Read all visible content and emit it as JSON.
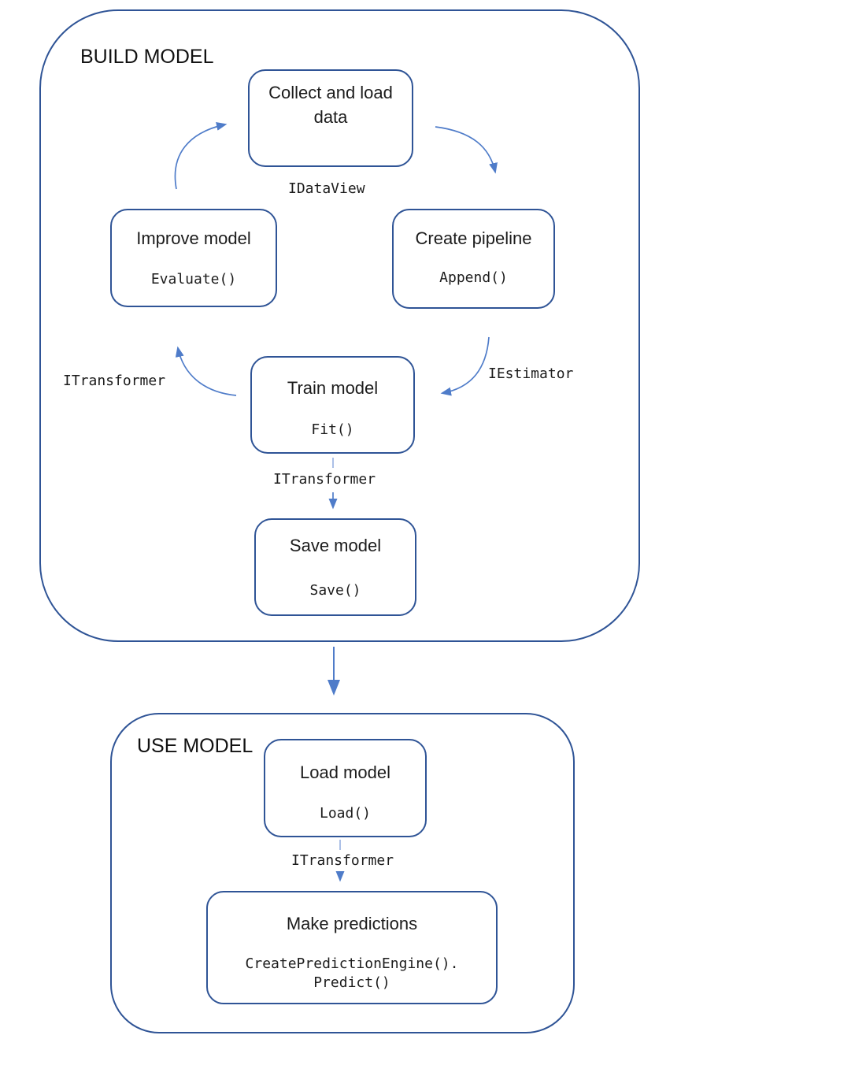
{
  "diagram": {
    "build_model": {
      "label": "BUILD MODEL",
      "boxes": {
        "collect": {
          "title": "Collect and load data"
        },
        "improve": {
          "title": "Improve model",
          "code": "Evaluate()"
        },
        "pipeline": {
          "title": "Create pipeline",
          "code": "Append()"
        },
        "train": {
          "title": "Train model",
          "code": "Fit()"
        },
        "save": {
          "title": "Save model",
          "code": "Save()"
        }
      },
      "edge_labels": {
        "idataview": "IDataView",
        "iestimator": "IEstimator",
        "itransformer_feedback": "ITransformer",
        "itransformer_to_save": "ITransformer"
      }
    },
    "use_model": {
      "label": "USE MODEL",
      "boxes": {
        "load": {
          "title": "Load model",
          "code": "Load()"
        },
        "predict": {
          "title": "Make predictions",
          "code_line1": "CreatePredictionEngine().",
          "code_line2": "Predict()"
        }
      },
      "edge_labels": {
        "itransformer": "ITransformer"
      }
    },
    "colors": {
      "box_border": "#2f5496",
      "arrow": "#4f7cc9",
      "arrow_light": "#9db5e3",
      "text": "#1c1c1c"
    }
  }
}
